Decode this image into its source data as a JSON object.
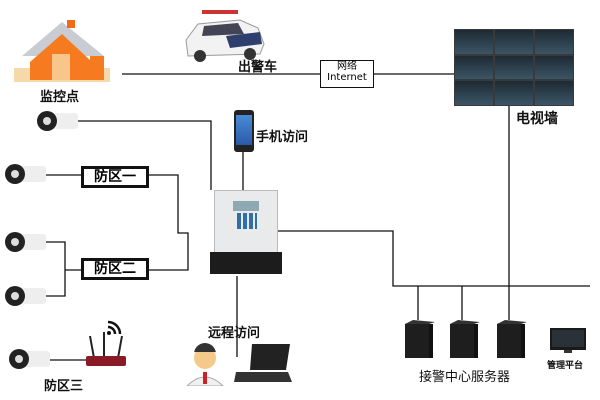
{
  "nodes": {
    "monitor_point": "监控点",
    "police_car": "出警车",
    "network_line1": "网络",
    "network_line2": "Internet",
    "tv_wall": "电视墙",
    "mobile_access": "手机访问",
    "zone1": "防区一",
    "zone2": "防区二",
    "zone3": "防区三",
    "remote_access": "远程访问",
    "alarm_servers": "接警中心服务器",
    "management_platform": "管理平台"
  }
}
